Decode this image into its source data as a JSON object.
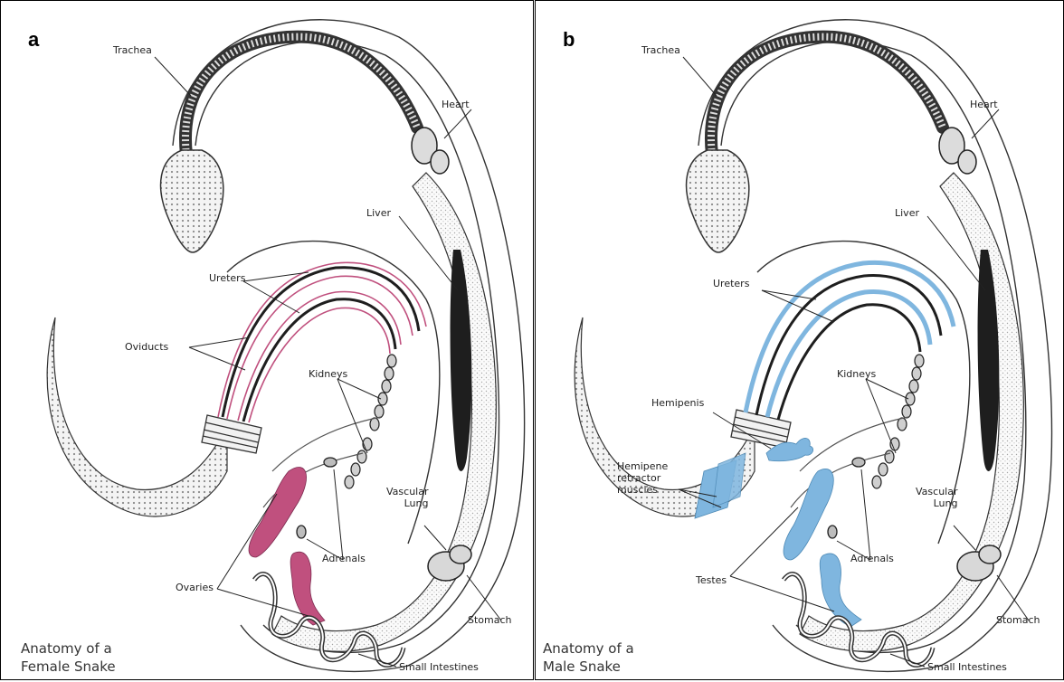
{
  "colors": {
    "female_repro": "#c0507e",
    "male_repro": "#7fb6df",
    "outline": "#222222"
  },
  "panel_a": {
    "letter": "a",
    "labels": {
      "trachea": "Trachea",
      "heart": "Heart",
      "liver": "Liver",
      "ureters": "Ureters",
      "oviducts": "Oviducts",
      "kidneys": "Kidneys",
      "vascular_lung": "Vascular\nLung",
      "adrenals": "Adrenals",
      "ovaries": "Ovaries",
      "stomach": "Stomach",
      "small_intestines": "Small Intestines"
    },
    "caption": "Anatomy of a\nFemale Snake"
  },
  "panel_b": {
    "letter": "b",
    "labels": {
      "trachea": "Trachea",
      "heart": "Heart",
      "liver": "Liver",
      "ureters": "Ureters",
      "kidneys": "Kidneys",
      "hemipenis": "Hemipenis",
      "hemipene_muscles": "Hemipene\nretractor\nmuscles",
      "vascular_lung": "Vascular\nLung",
      "adrenals": "Adrenals",
      "testes": "Testes",
      "stomach": "Stomach",
      "small_intestines": "Small Intestines"
    },
    "caption": "Anatomy of a\nMale Snake"
  }
}
